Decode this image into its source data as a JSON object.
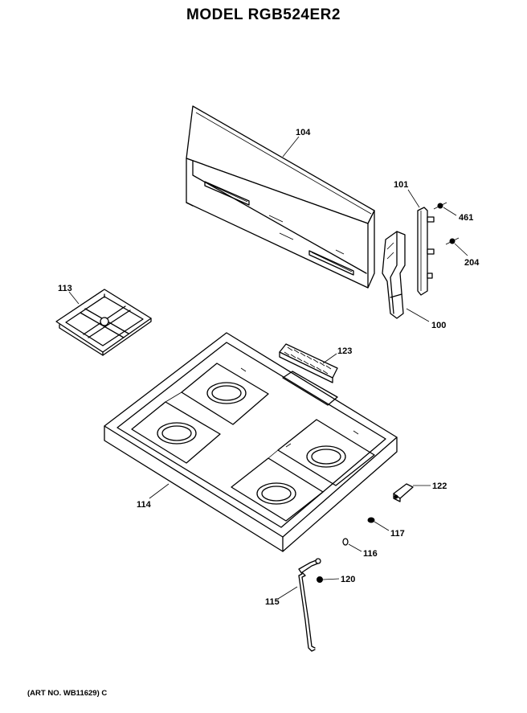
{
  "title": "MODEL RGB524ER2",
  "art_number": "(ART NO. WB11629) C",
  "parts": [
    {
      "id": "p104",
      "label": "104",
      "name": "backguard-panel"
    },
    {
      "id": "p101",
      "label": "101",
      "name": "end-cap-bracket"
    },
    {
      "id": "p461",
      "label": "461",
      "name": "screw"
    },
    {
      "id": "p204",
      "label": "204",
      "name": "screw"
    },
    {
      "id": "p100",
      "label": "100",
      "name": "end-cap"
    },
    {
      "id": "p113",
      "label": "113",
      "name": "burner-grate"
    },
    {
      "id": "p123",
      "label": "123",
      "name": "vent-grille"
    },
    {
      "id": "p114",
      "label": "114",
      "name": "cooktop"
    },
    {
      "id": "p122",
      "label": "122",
      "name": "hinge-clip"
    },
    {
      "id": "p117",
      "label": "117",
      "name": "rivet"
    },
    {
      "id": "p116",
      "label": "116",
      "name": "bumper"
    },
    {
      "id": "p120",
      "label": "120",
      "name": "support-clip"
    },
    {
      "id": "p115",
      "label": "115",
      "name": "cooktop-support-rod"
    }
  ]
}
